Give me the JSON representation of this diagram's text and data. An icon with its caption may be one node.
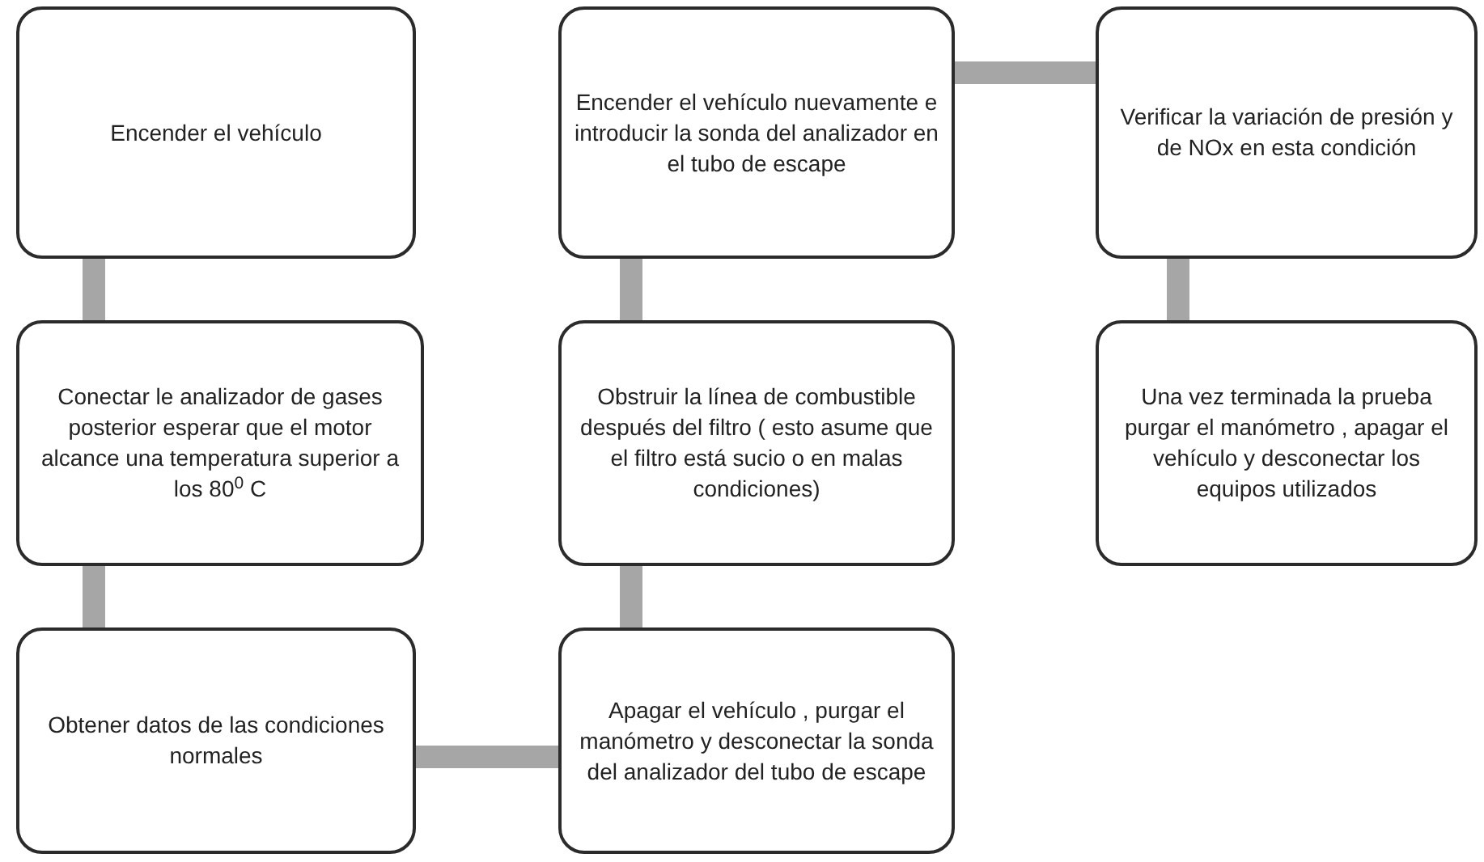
{
  "diagram": {
    "nodes": [
      {
        "text": [
          "Encender el vehículo"
        ]
      },
      {
        "text": [
          "Conectar le analizador de gases posterior esperar que el motor alcance una temperatura superior a los 80$^{0}$ C"
        ]
      },
      {
        "text": [
          "Obtener datos de las condiciones normales"
        ]
      },
      {
        "text": [
          "Apagar el vehículo , purgar el manómetro y desconectar la sonda del analizador del tubo de escape"
        ]
      },
      {
        "text": [
          "Obstruir la línea de combustible después del filtro ( esto asume que el filtro está sucio o en malas condiciones)"
        ]
      },
      {
        "text": [
          "Encender el vehículo nuevamente e introducir la sonda del analizador en el tubo de escape"
        ]
      },
      {
        "text": [
          "Verificar la variación de presión y de NOx en esta condición"
        ]
      },
      {
        "text": [
          "Una vez terminada la prueba purgar el manómetro , apagar el vehículo y desconectar los equipos utilizados"
        ]
      }
    ],
    "edges": [
      {
        "from": 0,
        "to": 1,
        "arrow": "none"
      },
      {
        "from": 1,
        "to": 2,
        "arrow": "none"
      },
      {
        "from": 2,
        "to": 3,
        "arrow": "none"
      },
      {
        "from": 3,
        "to": 4,
        "arrow": "none"
      },
      {
        "from": 4,
        "to": 5,
        "arrow": "none"
      },
      {
        "from": 5,
        "to": 6,
        "arrow": "none"
      },
      {
        "from": 6,
        "to": 7,
        "arrow": "none"
      }
    ]
  }
}
